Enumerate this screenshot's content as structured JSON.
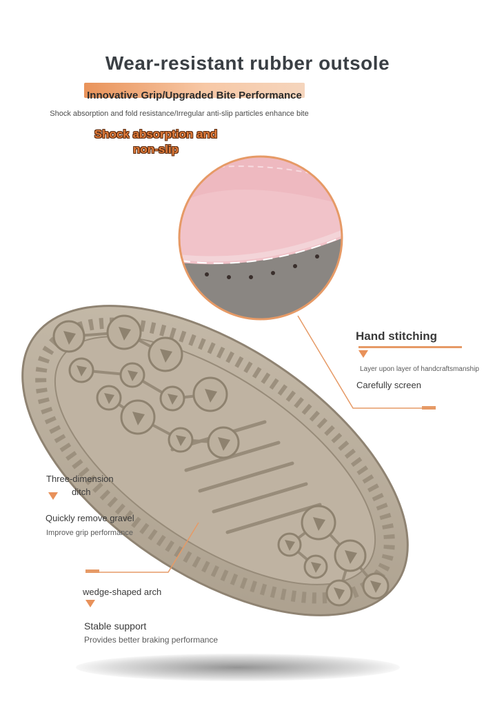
{
  "header": {
    "title": "Wear-resistant rubber outsole",
    "band_text": "Innovative Grip/Upgraded Bite Performance",
    "subtitle": "Shock absorption and fold resistance/Irregular anti-slip particles enhance bite",
    "badge_line1": "Shock absorption and",
    "badge_line2": "non-slip"
  },
  "callouts": {
    "stitching": {
      "title": "Hand stitching",
      "line1": "Layer upon layer of handcraftsmanship",
      "line2": "Carefully screen"
    },
    "ditch": {
      "title_line1": "Three-dimension",
      "title_line2": "ditch",
      "line1": "Quickly remove gravel",
      "line2": "Improve grip performance"
    },
    "arch": {
      "title": "wedge-shaped arch",
      "line1": "Stable support",
      "line2": "Provides better braking performance"
    }
  },
  "colors": {
    "accent_orange": "#e69a66",
    "sole_beige": "#bfb3a2",
    "leather_pink": "#eeb9c0"
  },
  "icons": {
    "product": "shoe-sole-image",
    "detail": "stitching-closeup-image"
  }
}
